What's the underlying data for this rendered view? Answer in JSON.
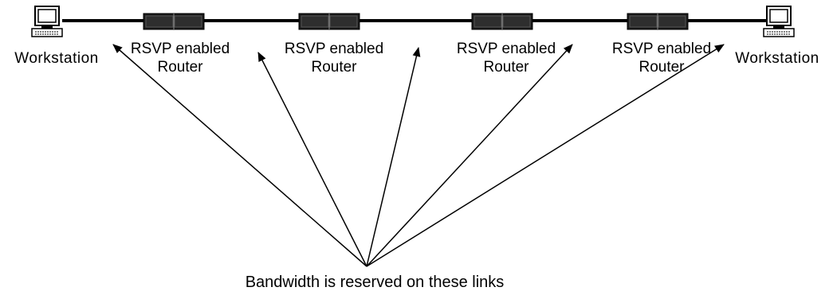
{
  "workstations": [
    {
      "label": "Workstation",
      "icon": "workstation-icon"
    },
    {
      "label": "Workstation",
      "icon": "workstation-icon"
    }
  ],
  "routers": [
    {
      "line1": "RSVP enabled",
      "line2": "Router",
      "icon": "router-icon"
    },
    {
      "line1": "RSVP enabled",
      "line2": "Router",
      "icon": "router-icon"
    },
    {
      "line1": "RSVP enabled",
      "line2": "Router",
      "icon": "router-icon"
    },
    {
      "line1": "RSVP enabled",
      "line2": "Router",
      "icon": "router-icon"
    }
  ],
  "caption": "Bandwidth is reserved on these links",
  "colors": {
    "line": "#000000",
    "device_fill": "#1a1a1a",
    "screen_fill": "#ffffff"
  }
}
